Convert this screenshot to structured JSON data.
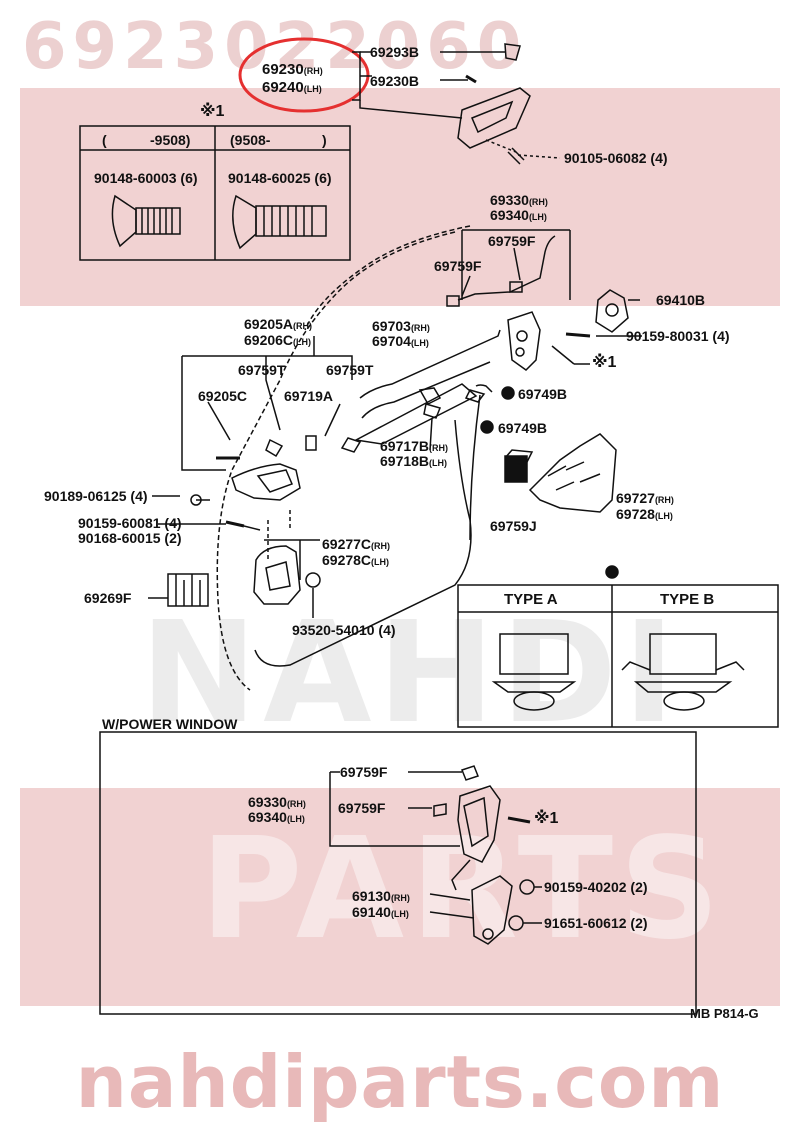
{
  "watermark": {
    "top_number": "6923022060",
    "band_text_1": "NAHDI",
    "band_text_2": "PARTS",
    "footer": "nahdiparts.com"
  },
  "legend_box": {
    "mark": "※1",
    "col1_head_open": "(",
    "col1_head_code": "-9508)",
    "col2_head_code": "(9508-",
    "col2_head_close": ")",
    "col1_part": "90148-60003 (6)",
    "col2_part": "90148-60025 (6)"
  },
  "labels": {
    "p69230": "69230",
    "p69240": "69240",
    "rh": "(RH)",
    "lh": "(LH)",
    "p69293B": "69293B",
    "p69230B": "69230B",
    "p90105": "90105-06082 (4)",
    "p69330": "69330",
    "p69340": "69340",
    "p69759F_a": "69759F",
    "p69759F_b": "69759F",
    "p69410B": "69410B",
    "p90159_80031": "90159-80031 (4)",
    "mark1_a": "※1",
    "p69205A": "69205A",
    "p69206C": "69206C",
    "p69703": "69703",
    "p69704": "69704",
    "p69759T_a": "69759T",
    "p69759T_b": "69759T",
    "p69205C": "69205C",
    "p69719A": "69719A",
    "p69749B_a": "69749B",
    "p69749B_b": "69749B",
    "p69717B": "69717B",
    "p69718B": "69718B",
    "p90189": "90189-06125 (4)",
    "p90159_60081": "90159-60081 (4)",
    "p90168": "90168-60015 (2)",
    "p69759J": "69759J",
    "p69727": "69727",
    "p69728": "69728",
    "p69277C": "69277C",
    "p69278C": "69278C",
    "p69269F": "69269F",
    "p93520": "93520-54010 (4)",
    "type_a": "TYPE A",
    "type_b": "TYPE B",
    "power_window": "W/POWER WINDOW",
    "pw_69759F_a": "69759F",
    "pw_69759F_b": "69759F",
    "pw_69330": "69330",
    "pw_69340": "69340",
    "pw_mark1": "※1",
    "pw_69130": "69130",
    "pw_69140": "69140",
    "pw_90159": "90159-40202 (2)",
    "pw_91651": "91651-60612 (2)",
    "footer_code": "MB  P814-G"
  },
  "colors": {
    "highlight": "#e53030",
    "band": "#f1d2d2",
    "line": "#111111"
  }
}
